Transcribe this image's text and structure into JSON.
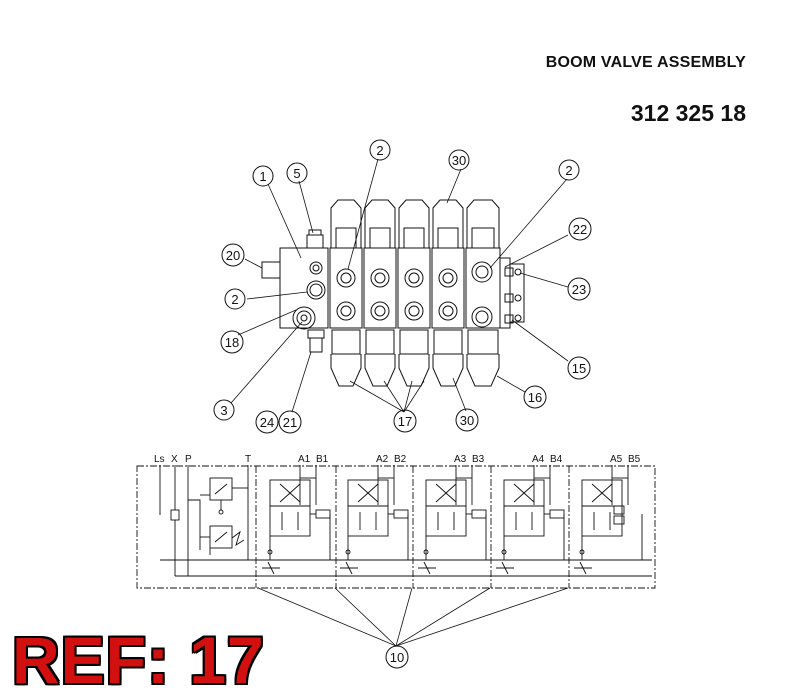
{
  "header": {
    "title": "BOOM VALVE ASSEMBLY",
    "part_number": "312 325 18"
  },
  "ref_label": "REF: 17",
  "callouts": [
    "1",
    "5",
    "2",
    "30",
    "2",
    "20",
    "22",
    "23",
    "2",
    "18",
    "15",
    "16",
    "3",
    "24",
    "21",
    "17",
    "30",
    "10"
  ],
  "ports": [
    "Ls",
    "X",
    "P",
    "T",
    "A1",
    "B1",
    "A2",
    "B2",
    "A3",
    "B3",
    "A4",
    "B4",
    "A5",
    "B5"
  ],
  "colors": {
    "ink": "#111111",
    "ref": "#d21010"
  }
}
